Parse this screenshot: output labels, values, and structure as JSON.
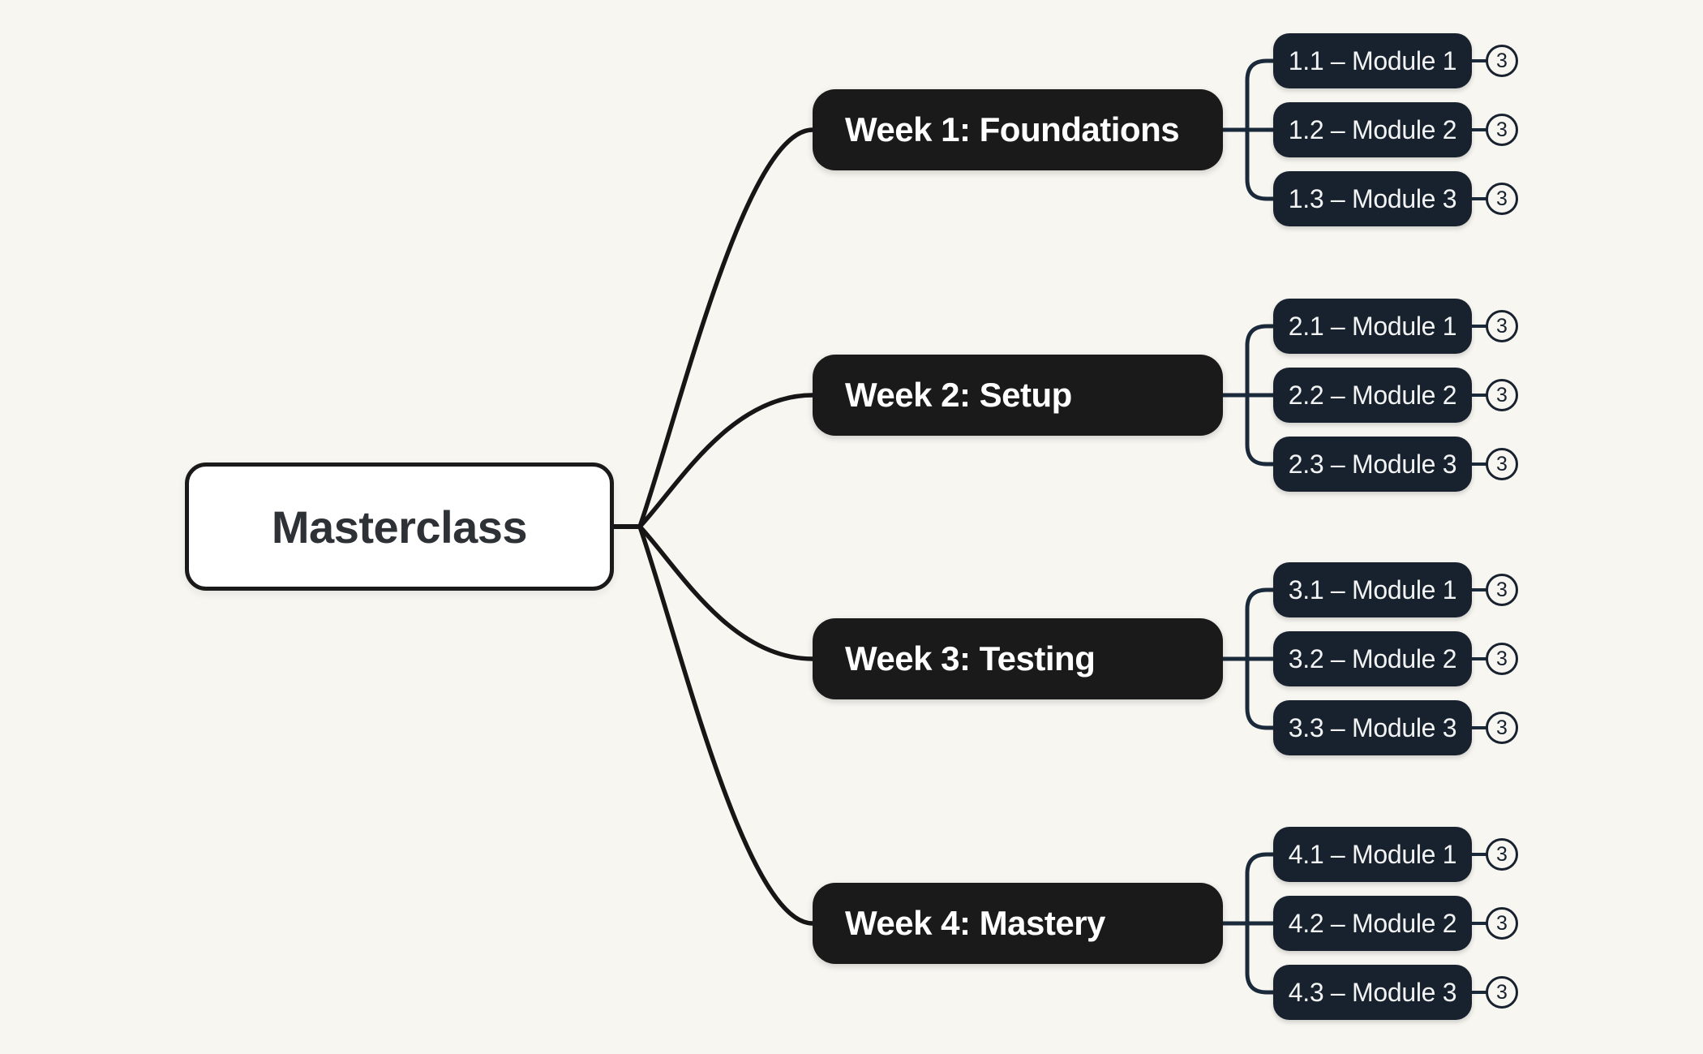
{
  "root": {
    "label": "Masterclass"
  },
  "weeks": [
    {
      "label": "Week 1: Foundations",
      "modules": [
        {
          "label": "1.1 – Module 1",
          "count": "3"
        },
        {
          "label": "1.2 – Module 2",
          "count": "3"
        },
        {
          "label": "1.3 – Module 3",
          "count": "3"
        }
      ]
    },
    {
      "label": "Week 2: Setup",
      "modules": [
        {
          "label": "2.1 – Module 1",
          "count": "3"
        },
        {
          "label": "2.2 – Module 2",
          "count": "3"
        },
        {
          "label": "2.3 – Module 3",
          "count": "3"
        }
      ]
    },
    {
      "label": "Week 3: Testing",
      "modules": [
        {
          "label": "3.1 – Module 1",
          "count": "3"
        },
        {
          "label": "3.2 – Module 2",
          "count": "3"
        },
        {
          "label": "3.3 – Module 3",
          "count": "3"
        }
      ]
    },
    {
      "label": "Week 4: Mastery",
      "modules": [
        {
          "label": "4.1 – Module 1",
          "count": "3"
        },
        {
          "label": "4.2 – Module 2",
          "count": "3"
        },
        {
          "label": "4.3 – Module 3",
          "count": "3"
        }
      ]
    }
  ],
  "colors": {
    "background": "#F8F6F1",
    "root_fill": "#FFFFFF",
    "root_border": "#1A1A1A",
    "root_text": "#2E3237",
    "week_fill": "#1A1A1A",
    "week_text": "#FFFFFF",
    "module_fill": "#18222F",
    "module_text": "#F2F3F3",
    "connector_black": "#161616",
    "connector_navy": "#1B2A3A",
    "badge_border": "#18222F",
    "badge_text": "#18222F"
  }
}
